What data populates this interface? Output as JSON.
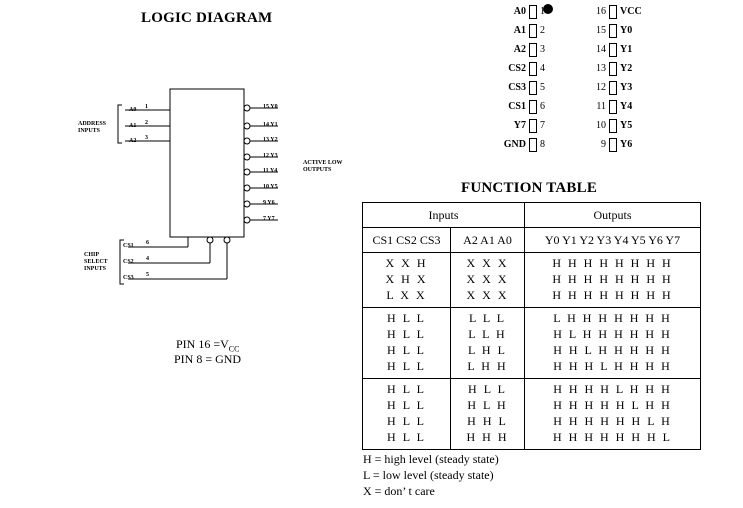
{
  "logic_title": "LOGIC DIAGRAM",
  "function_title": "FUNCTION TABLE",
  "address_inputs": [
    {
      "label": "A0",
      "pin": "1"
    },
    {
      "label": "A1",
      "pin": "2"
    },
    {
      "label": "A2",
      "pin": "3"
    }
  ],
  "address_group_label": [
    "ADDRESS",
    "INPUTS"
  ],
  "outputs": [
    {
      "label": "Y0",
      "pin": "15"
    },
    {
      "label": "Y1",
      "pin": "14"
    },
    {
      "label": "Y2",
      "pin": "13"
    },
    {
      "label": "Y3",
      "pin": "12"
    },
    {
      "label": "Y4",
      "pin": "11"
    },
    {
      "label": "Y5",
      "pin": "10"
    },
    {
      "label": "Y6",
      "pin": "9"
    },
    {
      "label": "Y7",
      "pin": "7"
    }
  ],
  "outputs_group_label": [
    "ACTIVE LOW",
    "OUTPUTS"
  ],
  "chip_selects": [
    {
      "label": "CS1",
      "pin": "6"
    },
    {
      "label": "CS2",
      "pin": "4"
    },
    {
      "label": "CS3",
      "pin": "5"
    }
  ],
  "chip_select_group_label": [
    "CHIP",
    "SELECT",
    "INPUTS"
  ],
  "pin_notes": {
    "vcc_prefix": "PIN 16 =V",
    "vcc_sub": "CC",
    "gnd": "PIN 8 = GND"
  },
  "pinout_left": [
    {
      "label": "A0",
      "num": "1"
    },
    {
      "label": "A1",
      "num": "2"
    },
    {
      "label": "A2",
      "num": "3"
    },
    {
      "label": "CS2",
      "num": "4"
    },
    {
      "label": "CS3",
      "num": "5"
    },
    {
      "label": "CS1",
      "num": "6"
    },
    {
      "label": "Y7",
      "num": "7"
    },
    {
      "label": "GND",
      "num": "8"
    }
  ],
  "pinout_right": [
    {
      "label": "VCC",
      "num": "16"
    },
    {
      "label": "Y0",
      "num": "15"
    },
    {
      "label": "Y1",
      "num": "14"
    },
    {
      "label": "Y2",
      "num": "13"
    },
    {
      "label": "Y3",
      "num": "12"
    },
    {
      "label": "Y4",
      "num": "11"
    },
    {
      "label": "Y5",
      "num": "10"
    },
    {
      "label": "Y6",
      "num": "9"
    }
  ],
  "table": {
    "inputs_header": "Inputs",
    "outputs_header": "Outputs",
    "cs_header": "CS1 CS2 CS3",
    "addr_header": "A2 A1 A0",
    "out_header": "Y0 Y1 Y2 Y3 Y4 Y5 Y6 Y7",
    "groups": [
      {
        "cs": [
          "X X H",
          "X H X",
          "L X X"
        ],
        "addr": [
          "X X X",
          "X X X",
          "X X X"
        ],
        "out": [
          "H H H H H H H H",
          "H H H H H H H H",
          "H H H H H H H H"
        ]
      },
      {
        "cs": [
          "H L L",
          "H L L",
          "H L L",
          "H L L"
        ],
        "addr": [
          "L L L",
          "L L H",
          "L H L",
          "L H H"
        ],
        "out": [
          "L H H H H H H H",
          "H L H H H H H H",
          "H H L H H H H H",
          "H H H L H H H H"
        ]
      },
      {
        "cs": [
          "H L L",
          "H L L",
          "H L L",
          "H L L"
        ],
        "addr": [
          "H L L",
          "H L H",
          "H H L",
          "H H H"
        ],
        "out": [
          "H H H H L H H H",
          "H H H H H L H H",
          "H H H H H H L H",
          "H H H H H H H L"
        ]
      }
    ]
  },
  "legend": [
    "H = high level (steady state)",
    "L = low level (steady state)",
    "X = don’ t care"
  ]
}
